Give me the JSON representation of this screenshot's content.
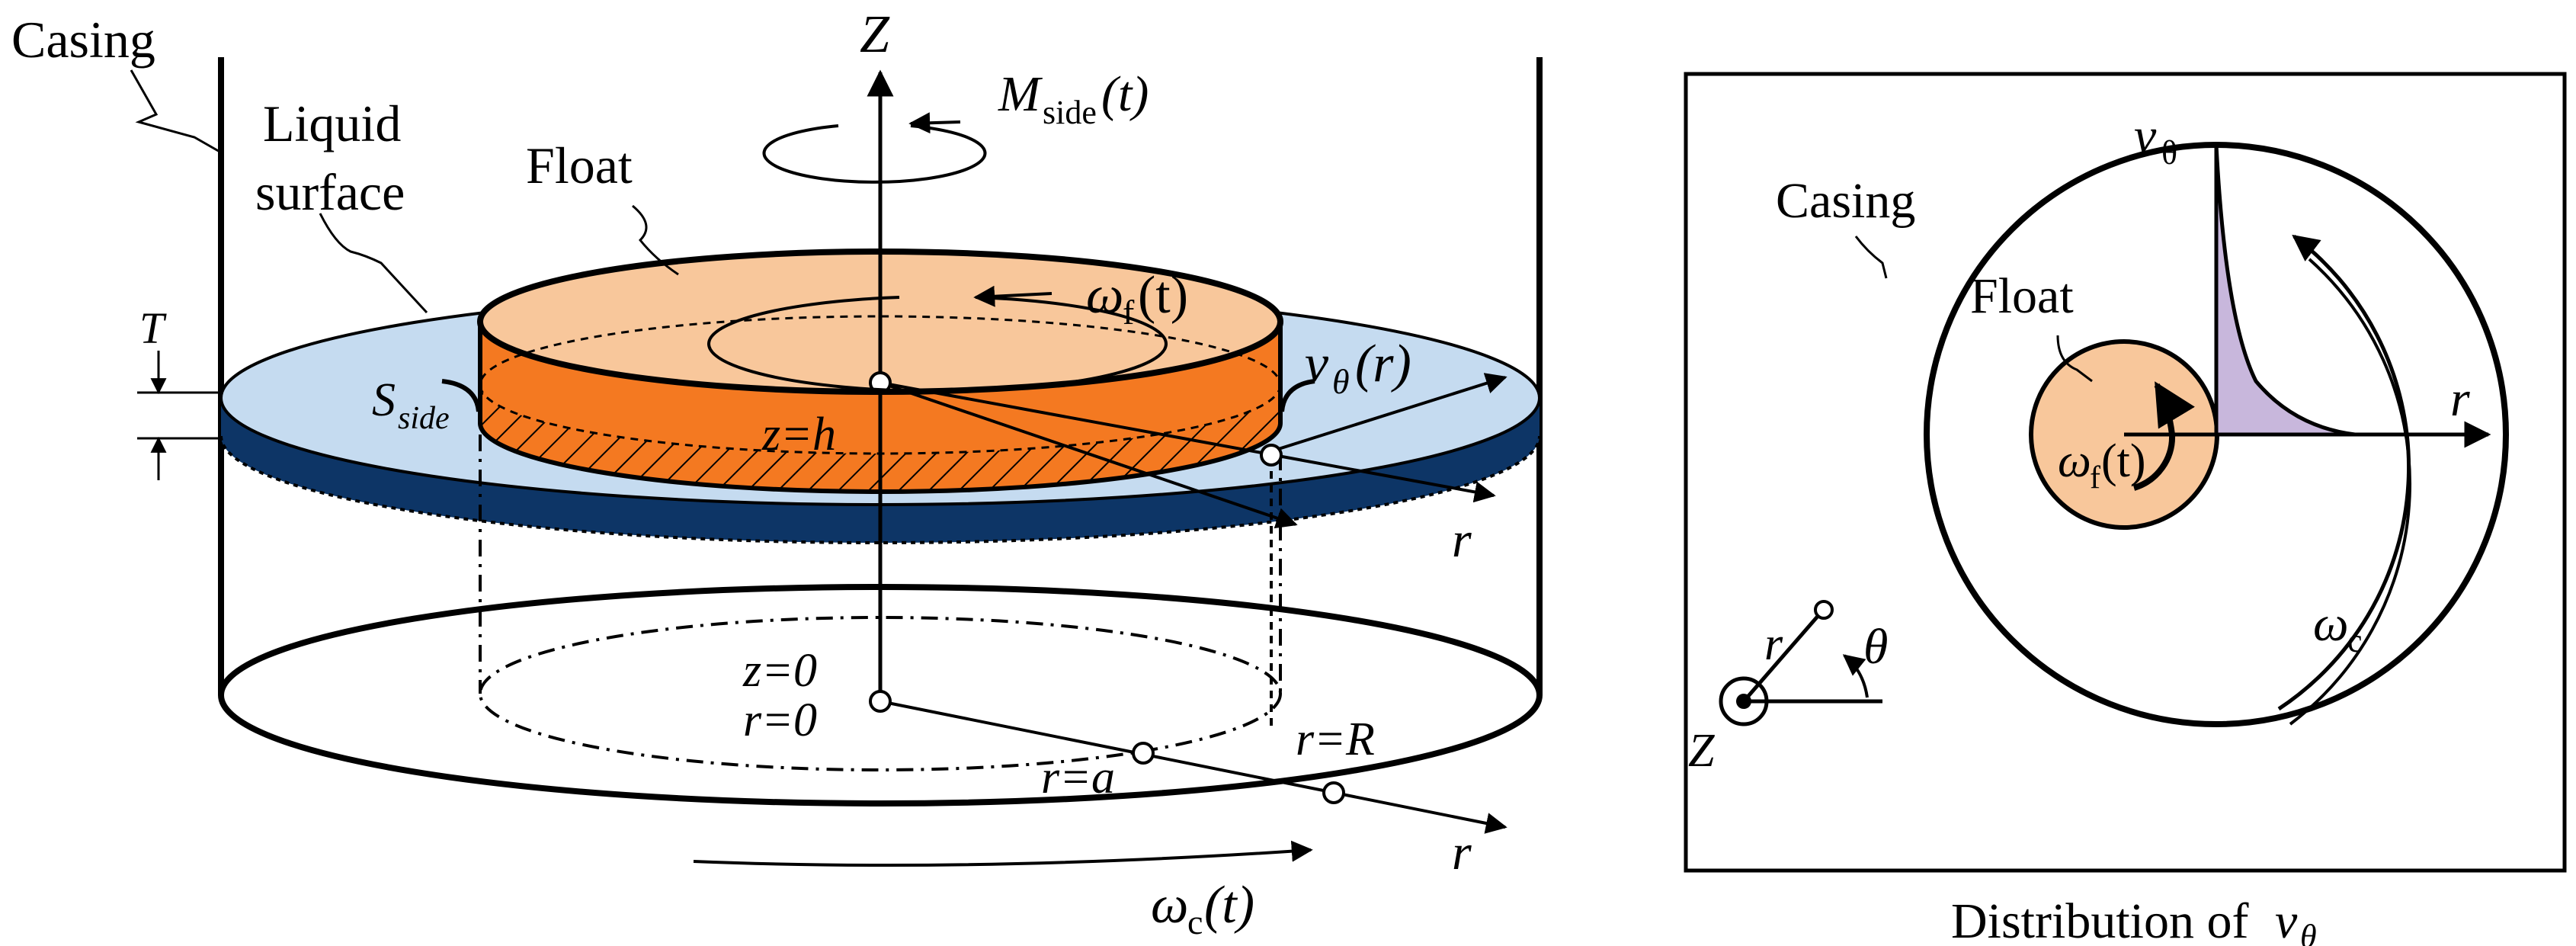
{
  "left_diagram": {
    "casing_label": "Casing",
    "liquid_surface_line1": "Liquid",
    "liquid_surface_line2": "surface",
    "float_label": "Float",
    "z_axis_label": "Z",
    "moment_sym": "M",
    "moment_sub": "side",
    "moment_arg": "(t)",
    "omega_f_sym": "ω",
    "omega_f_sub": "f",
    "omega_f_arg": "(t)",
    "v_theta_sym": "v",
    "v_theta_sub": "θ",
    "v_theta_arg": "(r)",
    "s_side_sym": "S",
    "s_side_sub": "side",
    "thickness_label": "T",
    "z_h_label": "z=h",
    "r_axis_upper": "r",
    "z0_label": "z=0",
    "r0_label": "r=0",
    "r_a_label": "r=a",
    "r_R_label": "r=R",
    "r_axis_lower": "r",
    "omega_c_sym": "ω",
    "omega_c_sub": "c",
    "omega_c_arg": "(t)"
  },
  "right_diagram": {
    "v_theta_sym": "v",
    "v_theta_sub": "θ",
    "casing_label": "Casing",
    "float_label": "Float",
    "r_label": "r",
    "omega_f_sym": "ω",
    "omega_f_sub": "f",
    "omega_f_arg": "(t)",
    "omega_c_sym": "ω",
    "omega_c_sub": "c",
    "r_small": "r",
    "theta_label": "θ",
    "z_label": "Z",
    "caption_text": "Distribution of ",
    "caption_sym": "v",
    "caption_sub": "θ"
  },
  "colors": {
    "liquid_surface": "#c5dbf0",
    "liquid_underside": "#0d3566",
    "float_top": "#f8c79b",
    "float_side": "#f47921",
    "distribution_fill": "#c8b7dc",
    "float_disk_right": "#f8c79b"
  }
}
